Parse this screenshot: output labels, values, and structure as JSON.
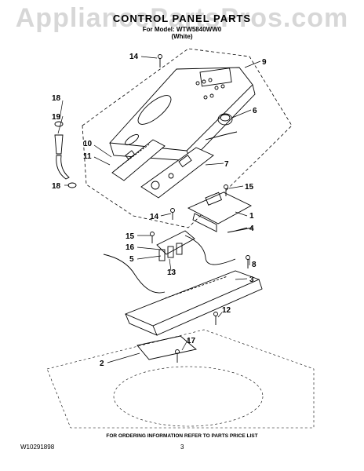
{
  "watermark": "AppliancePartsPros.com",
  "header": {
    "title": "CONTROL PANEL PARTS",
    "model_line": "For Model: WTW5840WW0",
    "color_line": "(White)"
  },
  "callouts": [
    "1",
    "2",
    "3",
    "4",
    "5",
    "6",
    "7",
    "8",
    "9",
    "10",
    "11",
    "12",
    "13",
    "14",
    "14",
    "15",
    "15",
    "16",
    "17",
    "18",
    "18",
    "19"
  ],
  "footer": {
    "ordering_note": "FOR ORDERING INFORMATION REFER TO PARTS PRICE LIST",
    "document_number": "W10291898",
    "page_number": "3"
  }
}
